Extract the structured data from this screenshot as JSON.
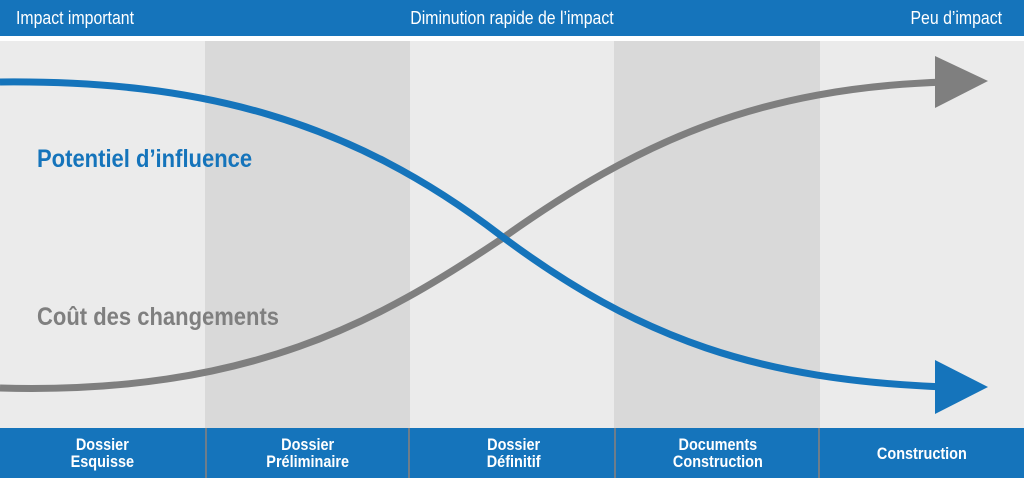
{
  "header": {
    "left": "Impact important",
    "center": "Diminution rapide de l’impact",
    "right": "Peu d’impact"
  },
  "curves": {
    "influence": {
      "label": "Potentiel d’influence",
      "color": "#1574bb"
    },
    "cost": {
      "label": "Coût des changements",
      "color": "#7f7f7f"
    }
  },
  "phases": [
    {
      "label": "Dossier\nEsquisse"
    },
    {
      "label": "Dossier\nPréliminaire"
    },
    {
      "label": "Dossier\nDéfinitif"
    },
    {
      "label": "Documents\nConstruction"
    },
    {
      "label": "Construction"
    }
  ],
  "colors": {
    "brand": "#1574bb",
    "band_light": "#ebebeb",
    "band_dark": "#d9d9d9",
    "gray_curve": "#7f7f7f"
  }
}
